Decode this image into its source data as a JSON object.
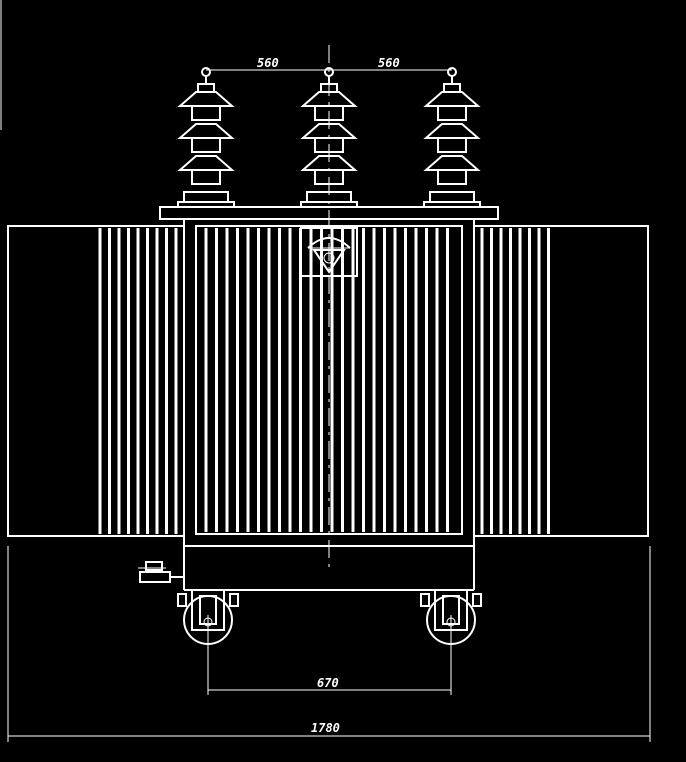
{
  "drawing": {
    "dimensions": {
      "bushing_spacing_left": "560",
      "bushing_spacing_right": "560",
      "wheel_gauge": "670",
      "overall_width": "1780"
    },
    "colors": {
      "background": "#000000",
      "lines": "#ffffff"
    }
  }
}
